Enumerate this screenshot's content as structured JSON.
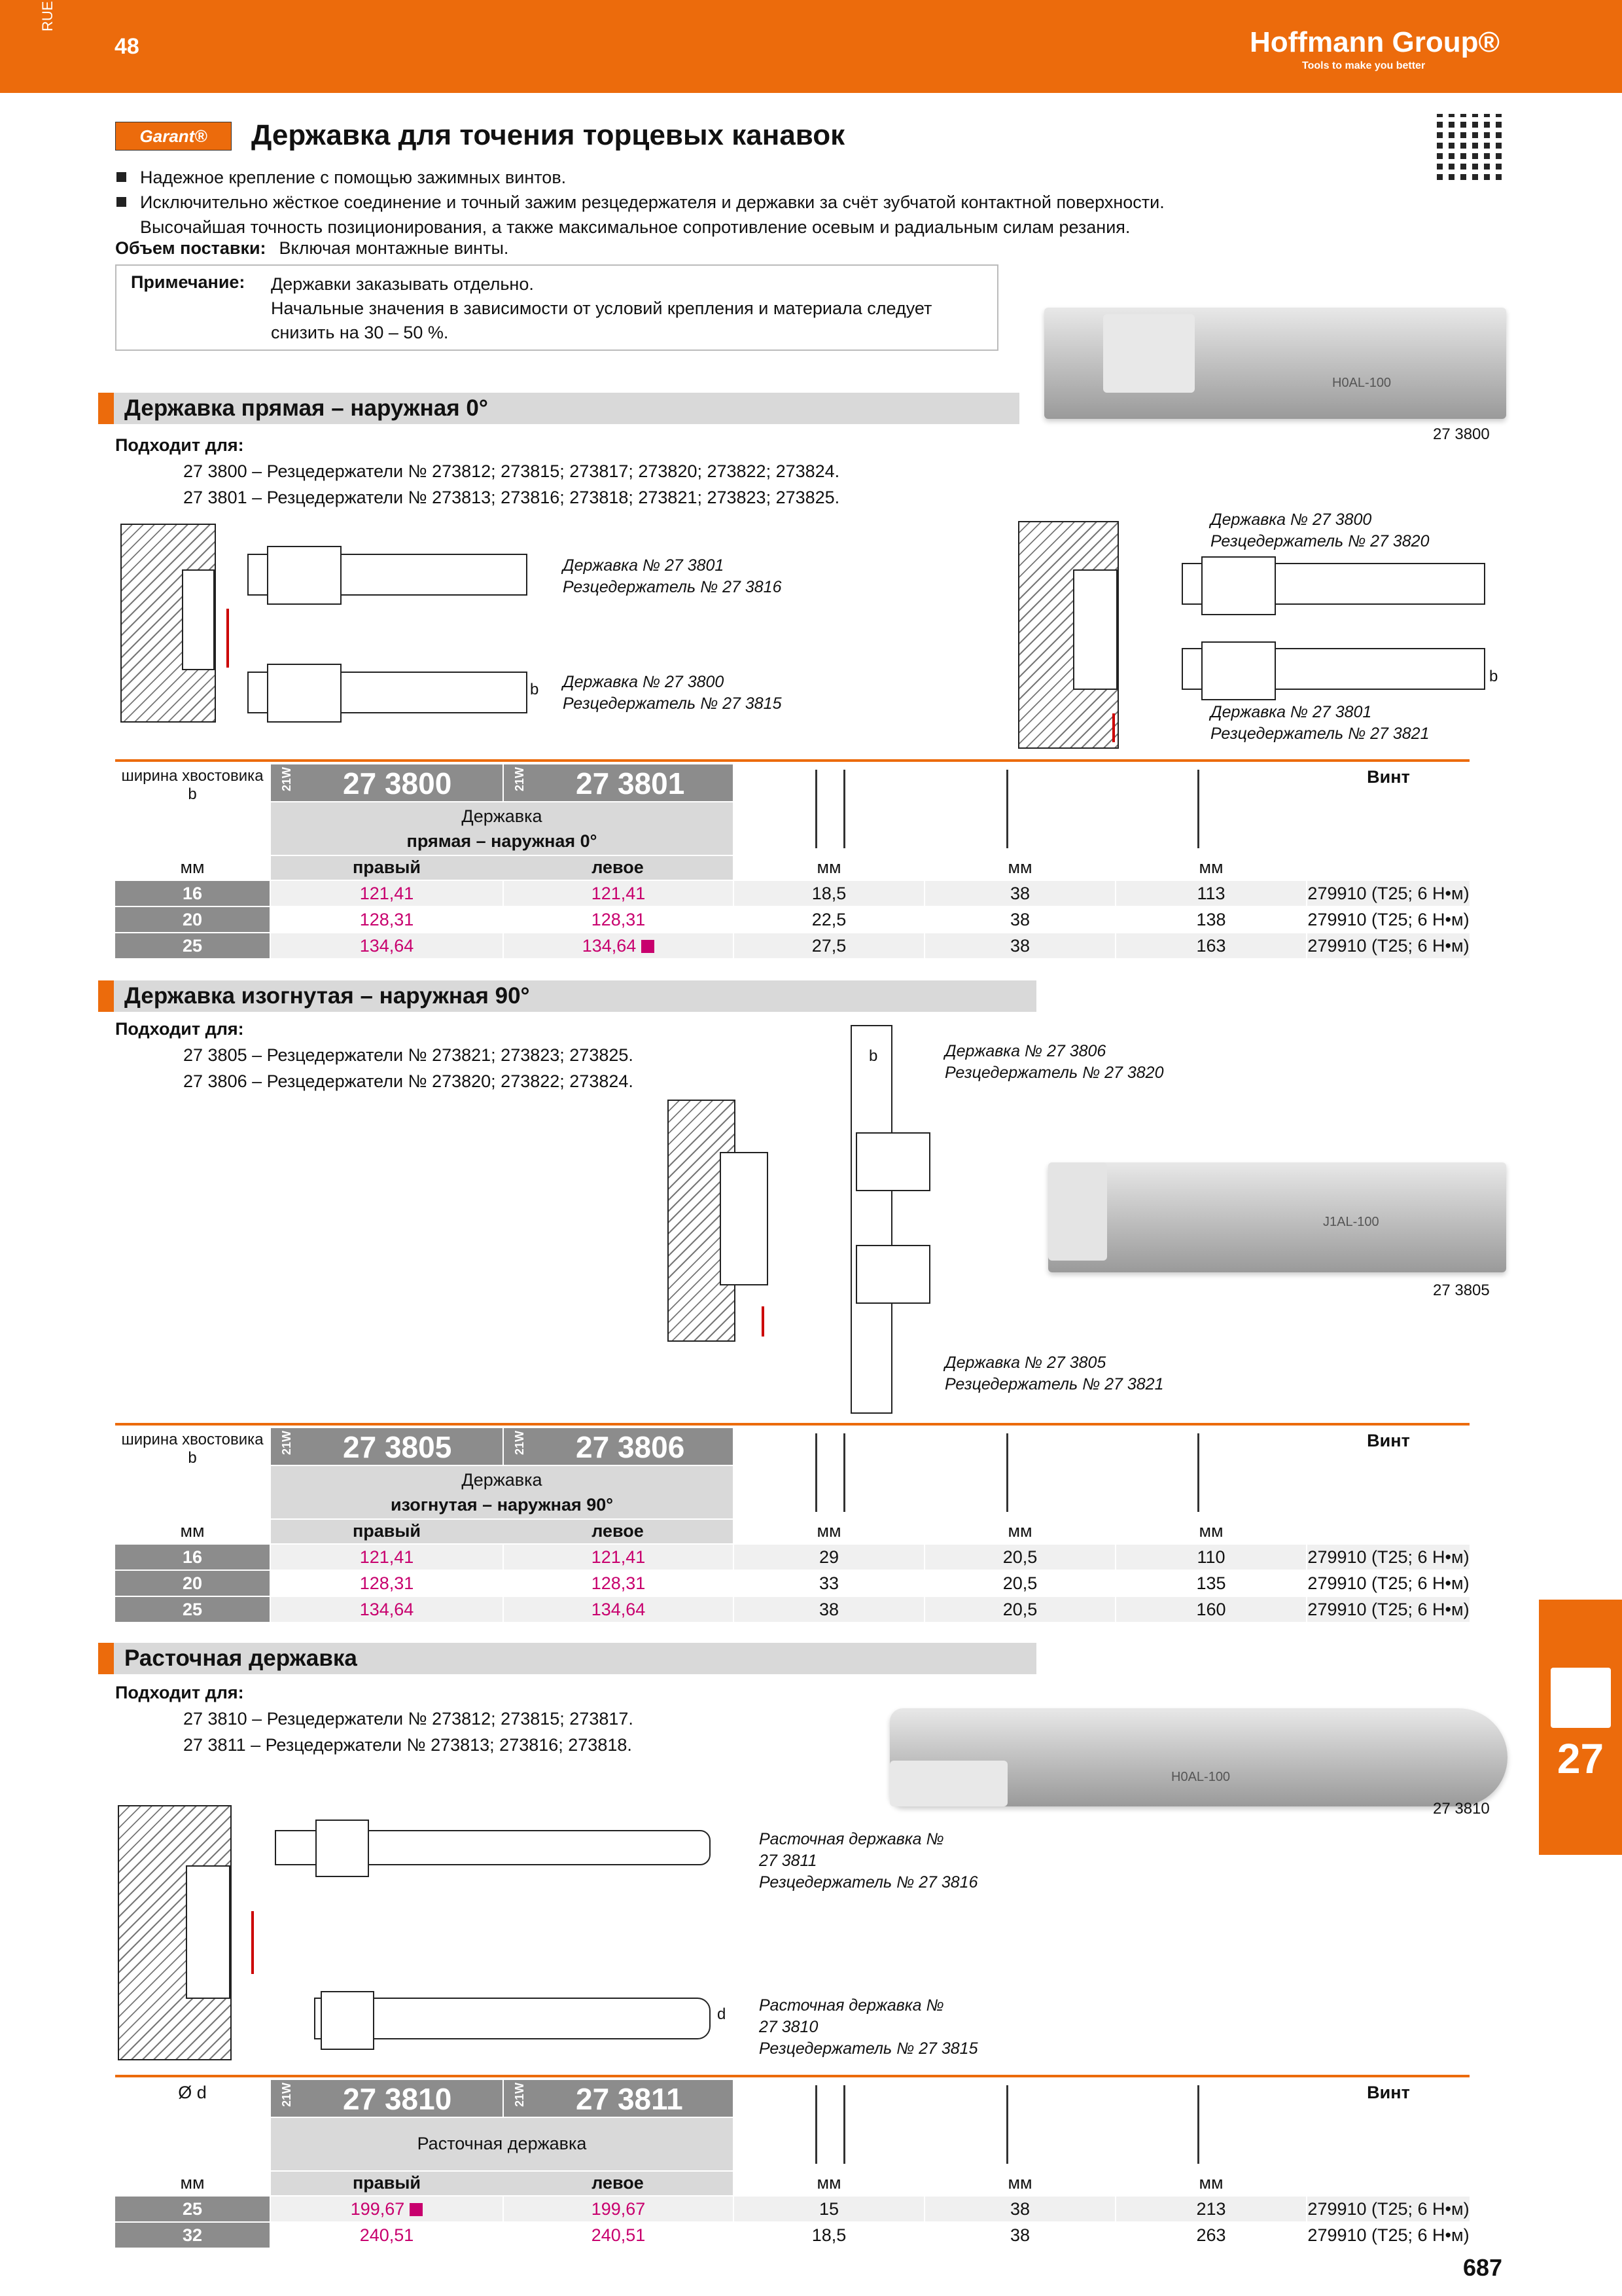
{
  "header": {
    "lang": "RUE",
    "page_top": "48",
    "brand": "Hoffmann Group®",
    "tagline": "Tools to make you better",
    "page_bottom": "687",
    "chapter": "27"
  },
  "title": {
    "logo": "Garant®",
    "text": "Державка для точения торцевых канавок"
  },
  "bullets": [
    "Надежное крепление с помощью зажимных винтов.",
    "Исключительно жёсткое соединение и точный зажим резцедержателя и державки за счёт зубчатой контактной поверхности.",
    "Высочайшая точность позиционирования, а также максимальное сопротивление осевым и радиальным силам резания."
  ],
  "scope": {
    "label": "Объем поставки:",
    "text": "Включая монтажные винты."
  },
  "note": {
    "label": "Примечание:",
    "lines": [
      "Державки заказывать отдельно.",
      "Начальные значения в зависимости от условий крепления и материала следует",
      "снизить на 30 – 50 %."
    ]
  },
  "sections": [
    {
      "title": "Державка прямая – наружная 0°",
      "fits_label": "Подходит для:",
      "fits": [
        "27 3800 – Резцедержатели № 273812; 273815; 273817; 273820; 273822; 273824.",
        "27 3801 – Резцедержатели № 273813; 273816; 273818; 273821; 273823; 273825."
      ],
      "photo_art": "27 3800",
      "photo_text": "H0AL-100",
      "captions": [
        "Державка № 27 3801",
        "Резцедержатель № 27 3816",
        "Державка № 27 3800",
        "Резцедержатель № 27 3815",
        "Державка № 27 3800",
        "Резцедержатель № 27 3820",
        "Державка № 27 3801",
        "Резцедержатель № 27 3821"
      ],
      "dim_b": "b",
      "table": {
        "col0": "ширина хвостовика",
        "col0b": "b",
        "tag": "21W",
        "art1": "27 3800",
        "art2": "27 3801",
        "desc1": "Державка",
        "desc2": "прямая – наружная 0°",
        "right": "правый",
        "left": "левое",
        "unit": "мм",
        "screw": "Винт",
        "rows": [
          {
            "b": "16",
            "p1": "121,41",
            "p2": "121,41",
            "d1": "18,5",
            "d2": "38",
            "d3": "113",
            "screw": "279910 (T25; 6 Н•м)"
          },
          {
            "b": "20",
            "p1": "128,31",
            "p2": "128,31",
            "d1": "22,5",
            "d2": "38",
            "d3": "138",
            "screw": "279910 (T25; 6 Н•м)"
          },
          {
            "b": "25",
            "p1": "134,64",
            "p2": "134,64",
            "d1": "27,5",
            "d2": "38",
            "d3": "163",
            "screw": "279910 (T25; 6 Н•м)"
          }
        ]
      }
    },
    {
      "title": "Державка изогнутая – наружная 90°",
      "fits_label": "Подходит для:",
      "fits": [
        "27 3805 – Резцедержатели № 273821; 273823; 273825.",
        "27 3806 – Резцедержатели № 273820; 273822; 273824."
      ],
      "photo_art": "27 3805",
      "photo_text": "J1AL-100",
      "captions": [
        "Державка № 27 3806",
        "Резцедержатель № 27 3820",
        "Державка № 27 3805",
        "Резцедержатель № 27 3821"
      ],
      "dim_b": "b",
      "table": {
        "col0": "ширина хвостовика",
        "col0b": "b",
        "tag": "21W",
        "art1": "27 3805",
        "art2": "27 3806",
        "desc1": "Державка",
        "desc2": "изогнутая – наружная 90°",
        "right": "правый",
        "left": "левое",
        "unit": "мм",
        "screw": "Винт",
        "rows": [
          {
            "b": "16",
            "p1": "121,41",
            "p2": "121,41",
            "d1": "29",
            "d2": "20,5",
            "d3": "110",
            "screw": "279910 (T25; 6 Н•м)"
          },
          {
            "b": "20",
            "p1": "128,31",
            "p2": "128,31",
            "d1": "33",
            "d2": "20,5",
            "d3": "135",
            "screw": "279910 (T25; 6 Н•м)"
          },
          {
            "b": "25",
            "p1": "134,64",
            "p2": "134,64",
            "d1": "38",
            "d2": "20,5",
            "d3": "160",
            "screw": "279910 (T25; 6 Н•м)"
          }
        ]
      }
    },
    {
      "title": "Расточная державка",
      "fits_label": "Подходит для:",
      "fits": [
        "27 3810 – Резцедержатели № 273812; 273815; 273817.",
        "27 3811 – Резцедержатели № 273813; 273816; 273818."
      ],
      "photo_art": "27 3810",
      "photo_text": "H0AL-100",
      "captions": [
        "Расточная державка №",
        "27 3811",
        "Резцедержатель № 27 3816",
        "Расточная державка №",
        "27 3810",
        "Резцедержатель № 27 3815"
      ],
      "dim_d": "d",
      "table": {
        "col0": "Ø d",
        "tag": "21W",
        "art1": "27 3810",
        "art2": "27 3811",
        "desc1": "Расточная державка",
        "right": "правый",
        "left": "левое",
        "unit": "мм",
        "screw": "Винт",
        "rows": [
          {
            "b": "25",
            "p1": "199,67",
            "p2": "199,67",
            "d1": "15",
            "d2": "38",
            "d3": "213",
            "screw": "279910 (T25; 6 Н•м)"
          },
          {
            "b": "32",
            "p1": "240,51",
            "p2": "240,51",
            "d1": "18,5",
            "d2": "38",
            "d3": "263",
            "screw": "279910 (T25; 6 Н•м)"
          }
        ]
      }
    }
  ]
}
